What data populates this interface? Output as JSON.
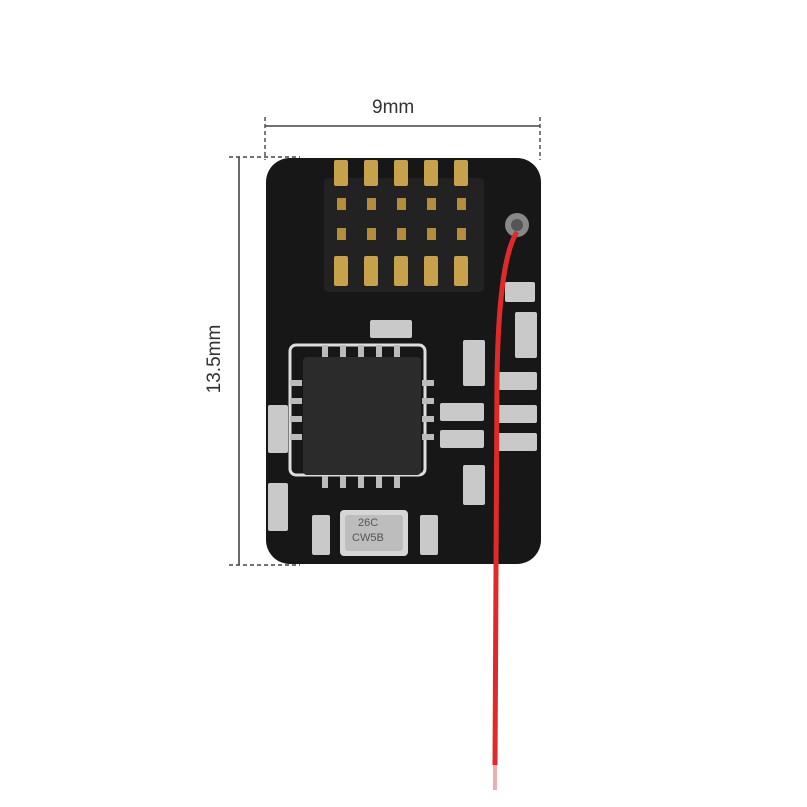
{
  "dimensions": {
    "width_label": "9mm",
    "height_label": "13.5mm"
  },
  "crystal": {
    "line1": "26C",
    "line2": "CW5B"
  },
  "colors": {
    "pcb": "#171717",
    "solder_pad": "#c9c9c9",
    "gold_pin": "#c8a24a",
    "wire": "#e02a2a",
    "dimension_line": "#444444"
  }
}
